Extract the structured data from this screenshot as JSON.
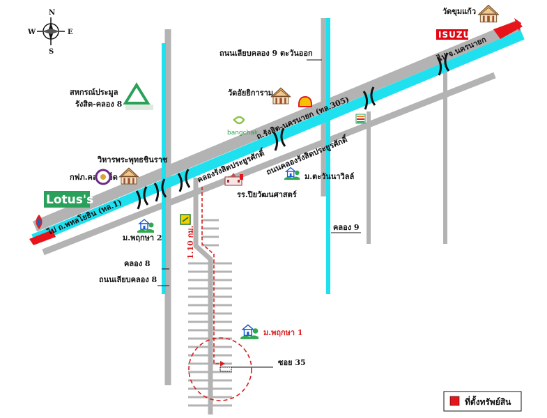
{
  "compass": {
    "north": "N",
    "south": "S",
    "east": "E",
    "west": "W"
  },
  "landmarks": {
    "wat_khum_kaeo": "วัดขุมแก้ว",
    "isuzu": "ISUZU",
    "cooperative": [
      "สหกรณ์ประมูล",
      "รังสิต-คลอง 8"
    ],
    "wat_atthikaram": "วัดอัยยิการาม",
    "bangchak": "bangchak",
    "wihan_phra_phuttha": "วิหารพระพุทธชินราช",
    "egat": "กฟภ.คลองเจ็ด",
    "lotus": "Lotus's",
    "school": "รร.ปิยวัฒนศาสตร์",
    "village_tawan": "ม.ตะวันนาวิลล์",
    "village_pruksa2": "ม.พฤกษา 2",
    "village_pruksa1": "ม.พฤกษา 1"
  },
  "roads": {
    "to_nakhon_nayok": "ไป จ.นครนายก",
    "to_phahonyothin": "ไป ถ.พหลโยธิน (ทล.1)",
    "rangsit_nakhon_nayok": "ถ.รังสิต-นครนายก (ทล.305)",
    "canal_rangsit": "คลองรังสิตประยูรศักดิ์",
    "canal_side_road": "ถนนคลองรังสิตประยูรศักดิ์",
    "khlong9_side_road": "ถนนเลียบคลอง 9 ตะวันออก",
    "khlong8": "คลอง 8",
    "khlong8_side_road": "ถนนเลียบคลอง 8",
    "khlong9": "คลอง 9",
    "soi35": "ซอย 35"
  },
  "distance_label": "1.10 กม.",
  "legend": {
    "label": "ที่ตั้งทรัพย์สิน",
    "marker_color": "#e8141b"
  },
  "colors": {
    "road": "#b3b3b3",
    "canal": "#1ee0ef",
    "arrow": "#e8141b",
    "route": "#d81e1e",
    "egat_purple": "#6a2a86",
    "lotus_green": "#2aa15a"
  },
  "icons": [
    "house-icon",
    "shell-icon",
    "seven-eleven-icon",
    "ptt-icon",
    "compass-icon",
    "temple-icon",
    "school-icon",
    "auction-logo-icon"
  ]
}
